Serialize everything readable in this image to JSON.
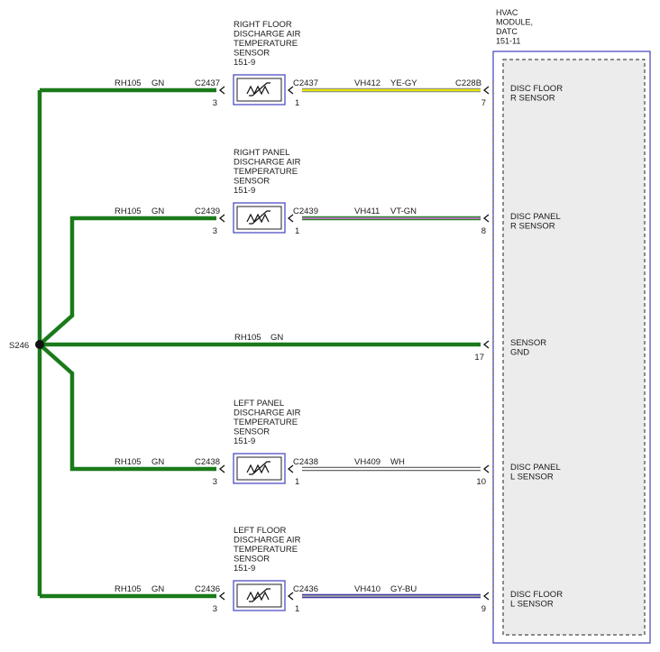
{
  "module": {
    "title_lines": [
      "HVAC",
      "MODULE,",
      "DATC",
      "151-11"
    ]
  },
  "splice": {
    "label": "S246"
  },
  "ground_circuit": {
    "circuit": "RH105",
    "color": "GN",
    "pin": "17",
    "pin_label_lines": [
      "SENSOR",
      "GND"
    ]
  },
  "sensors": [
    {
      "name_lines": [
        "RIGHT FLOOR",
        "DISCHARGE AIR",
        "TEMPERATURE",
        "SENSOR",
        "151-9"
      ],
      "left_circuit": "RH105",
      "left_color": "GN",
      "connector": "C2437",
      "left_pin": "3",
      "right_pin": "1",
      "signal_circuit": "VH412",
      "signal_color": "YE-GY",
      "module_connector": "C228B",
      "module_pin": "7",
      "module_label_lines": [
        "DISC FLOOR",
        "R SENSOR"
      ],
      "wire_primary": "#e6e600",
      "wire_secondary": "#8a8a8a"
    },
    {
      "name_lines": [
        "RIGHT PANEL",
        "DISCHARGE AIR",
        "TEMPERATURE",
        "SENSOR",
        "151-9"
      ],
      "left_circuit": "RH105",
      "left_color": "GN",
      "connector": "C2439",
      "left_pin": "3",
      "right_pin": "1",
      "signal_circuit": "VH411",
      "signal_color": "VT-GN",
      "module_connector": "",
      "module_pin": "8",
      "module_label_lines": [
        "DISC PANEL",
        "R SENSOR"
      ],
      "wire_primary": "#b070b0",
      "wire_secondary": "#1f8a1f"
    },
    {
      "name_lines": [
        "LEFT PANEL",
        "DISCHARGE AIR",
        "TEMPERATURE",
        "SENSOR",
        "151-9"
      ],
      "left_circuit": "RH105",
      "left_color": "GN",
      "connector": "C2438",
      "left_pin": "3",
      "right_pin": "1",
      "signal_circuit": "VH409",
      "signal_color": "WH",
      "module_connector": "",
      "module_pin": "10",
      "module_label_lines": [
        "DISC PANEL",
        "L SENSOR"
      ],
      "wire_primary": "#ffffff",
      "wire_secondary": "#555555"
    },
    {
      "name_lines": [
        "LEFT FLOOR",
        "DISCHARGE AIR",
        "TEMPERATURE",
        "SENSOR",
        "151-9"
      ],
      "left_circuit": "RH105",
      "left_color": "GN",
      "connector": "C2436",
      "left_pin": "3",
      "right_pin": "1",
      "signal_circuit": "VH410",
      "signal_color": "GY-BU",
      "module_connector": "",
      "module_pin": "9",
      "module_label_lines": [
        "DISC FLOOR",
        "L SENSOR"
      ],
      "wire_primary": "#9a9a9a",
      "wire_secondary": "#2a2ab0"
    }
  ],
  "colors": {
    "ground_wire": "#1a7a1a",
    "component_border": "#4040c0",
    "module_fill": "#ececec",
    "text": "#1a1a1a"
  }
}
